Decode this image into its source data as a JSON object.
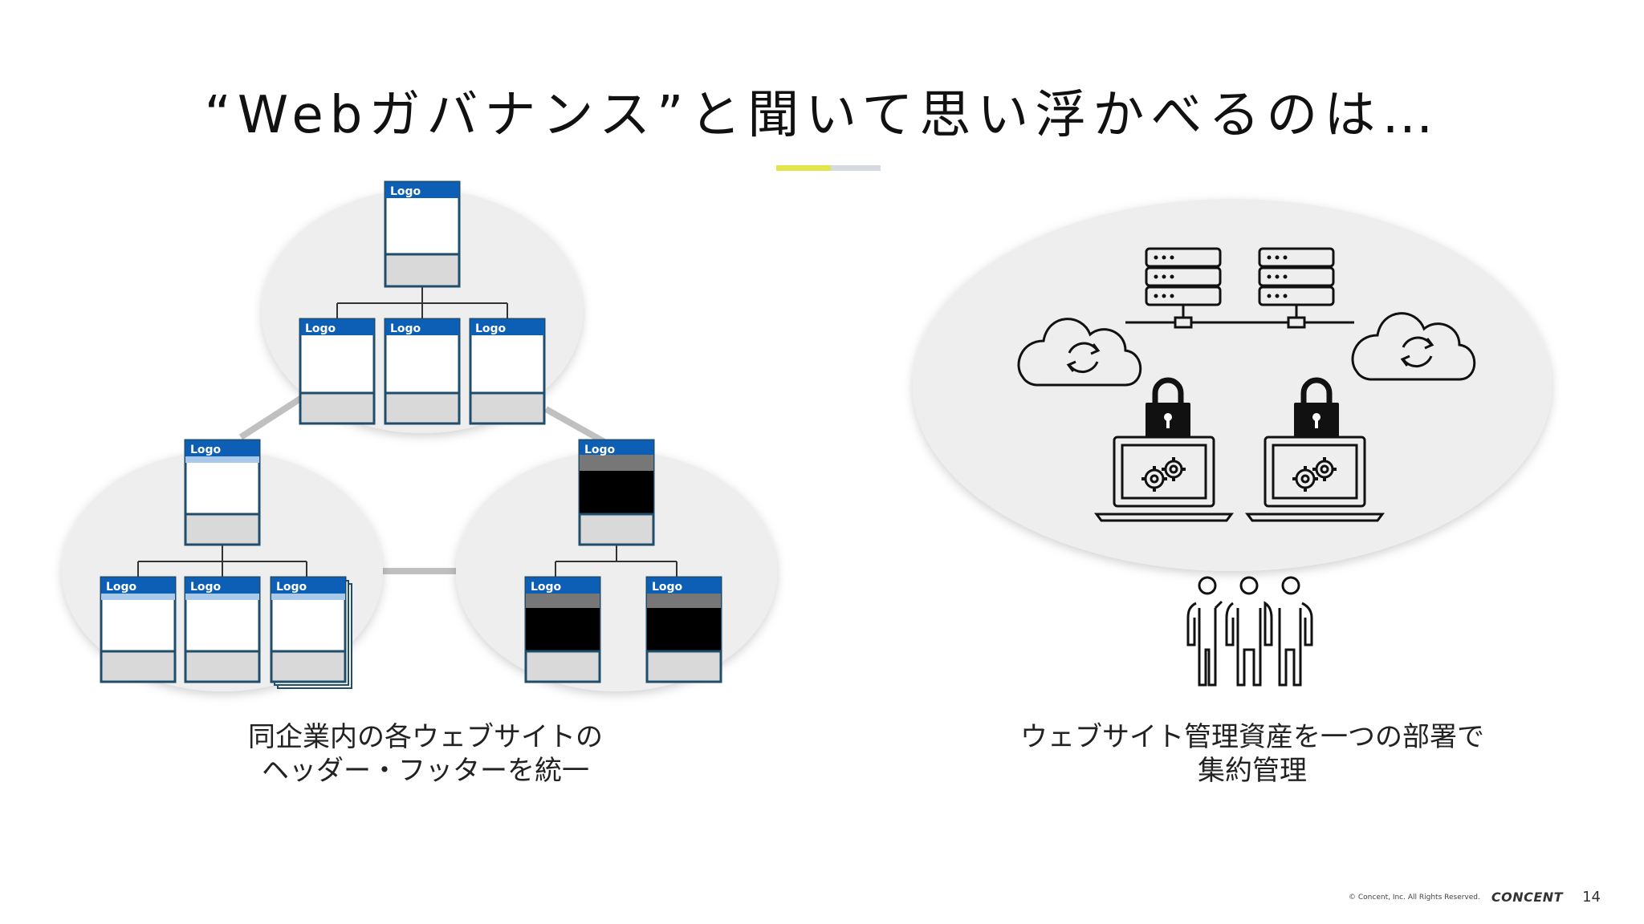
{
  "slide": {
    "title": "“Webガバナンス”と聞いて思い浮かべるのは…",
    "left_caption_line1": "同企業内の各ウェブサイトの",
    "left_caption_line2": "ヘッダー・フッターを統一",
    "right_caption_line1": "ウェブサイト管理資産を一つの部署で",
    "right_caption_line2": "集約管理",
    "logo_label": "Logo",
    "footer_copyright": "© Concent, Inc. All Rights Reserved.",
    "footer_brand": "CONCENT",
    "page_number": "14"
  },
  "colors": {
    "header_blue": "#0d5fb5",
    "frame_border": "#1f4d6b",
    "footer_gray": "#d9d9d9",
    "ellipse_fill": "#eeeeee",
    "connector_gray": "#c0c0c0"
  }
}
